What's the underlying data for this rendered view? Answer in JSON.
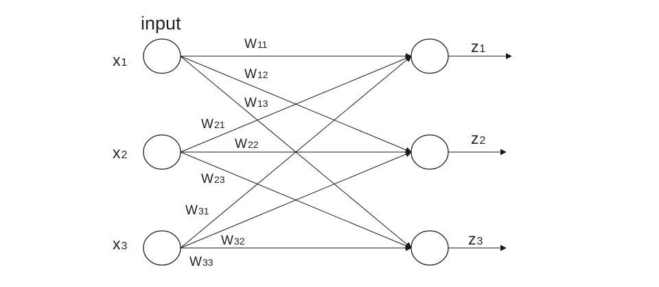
{
  "title": "input",
  "inputs": [
    {
      "letter": "x",
      "index": "1"
    },
    {
      "letter": "x",
      "index": "2"
    },
    {
      "letter": "x",
      "index": "3"
    }
  ],
  "outputs": [
    {
      "letter": "z",
      "index": "1"
    },
    {
      "letter": "z",
      "index": "2"
    },
    {
      "letter": "z",
      "index": "3"
    }
  ],
  "weights": [
    {
      "from": 1,
      "to": 1,
      "letter": "W",
      "index": "11"
    },
    {
      "from": 1,
      "to": 2,
      "letter": "W",
      "index": "12"
    },
    {
      "from": 1,
      "to": 3,
      "letter": "W",
      "index": "13"
    },
    {
      "from": 2,
      "to": 1,
      "letter": "W",
      "index": "21"
    },
    {
      "from": 2,
      "to": 2,
      "letter": "W",
      "index": "22"
    },
    {
      "from": 2,
      "to": 3,
      "letter": "W",
      "index": "23"
    },
    {
      "from": 3,
      "to": 1,
      "letter": "W",
      "index": "31"
    },
    {
      "from": 3,
      "to": 2,
      "letter": "W",
      "index": "32"
    },
    {
      "from": 3,
      "to": 3,
      "letter": "W",
      "index": "33"
    }
  ],
  "colors": {
    "stroke": "#1a1a1a",
    "text": "#222222",
    "background": "#ffffff"
  }
}
